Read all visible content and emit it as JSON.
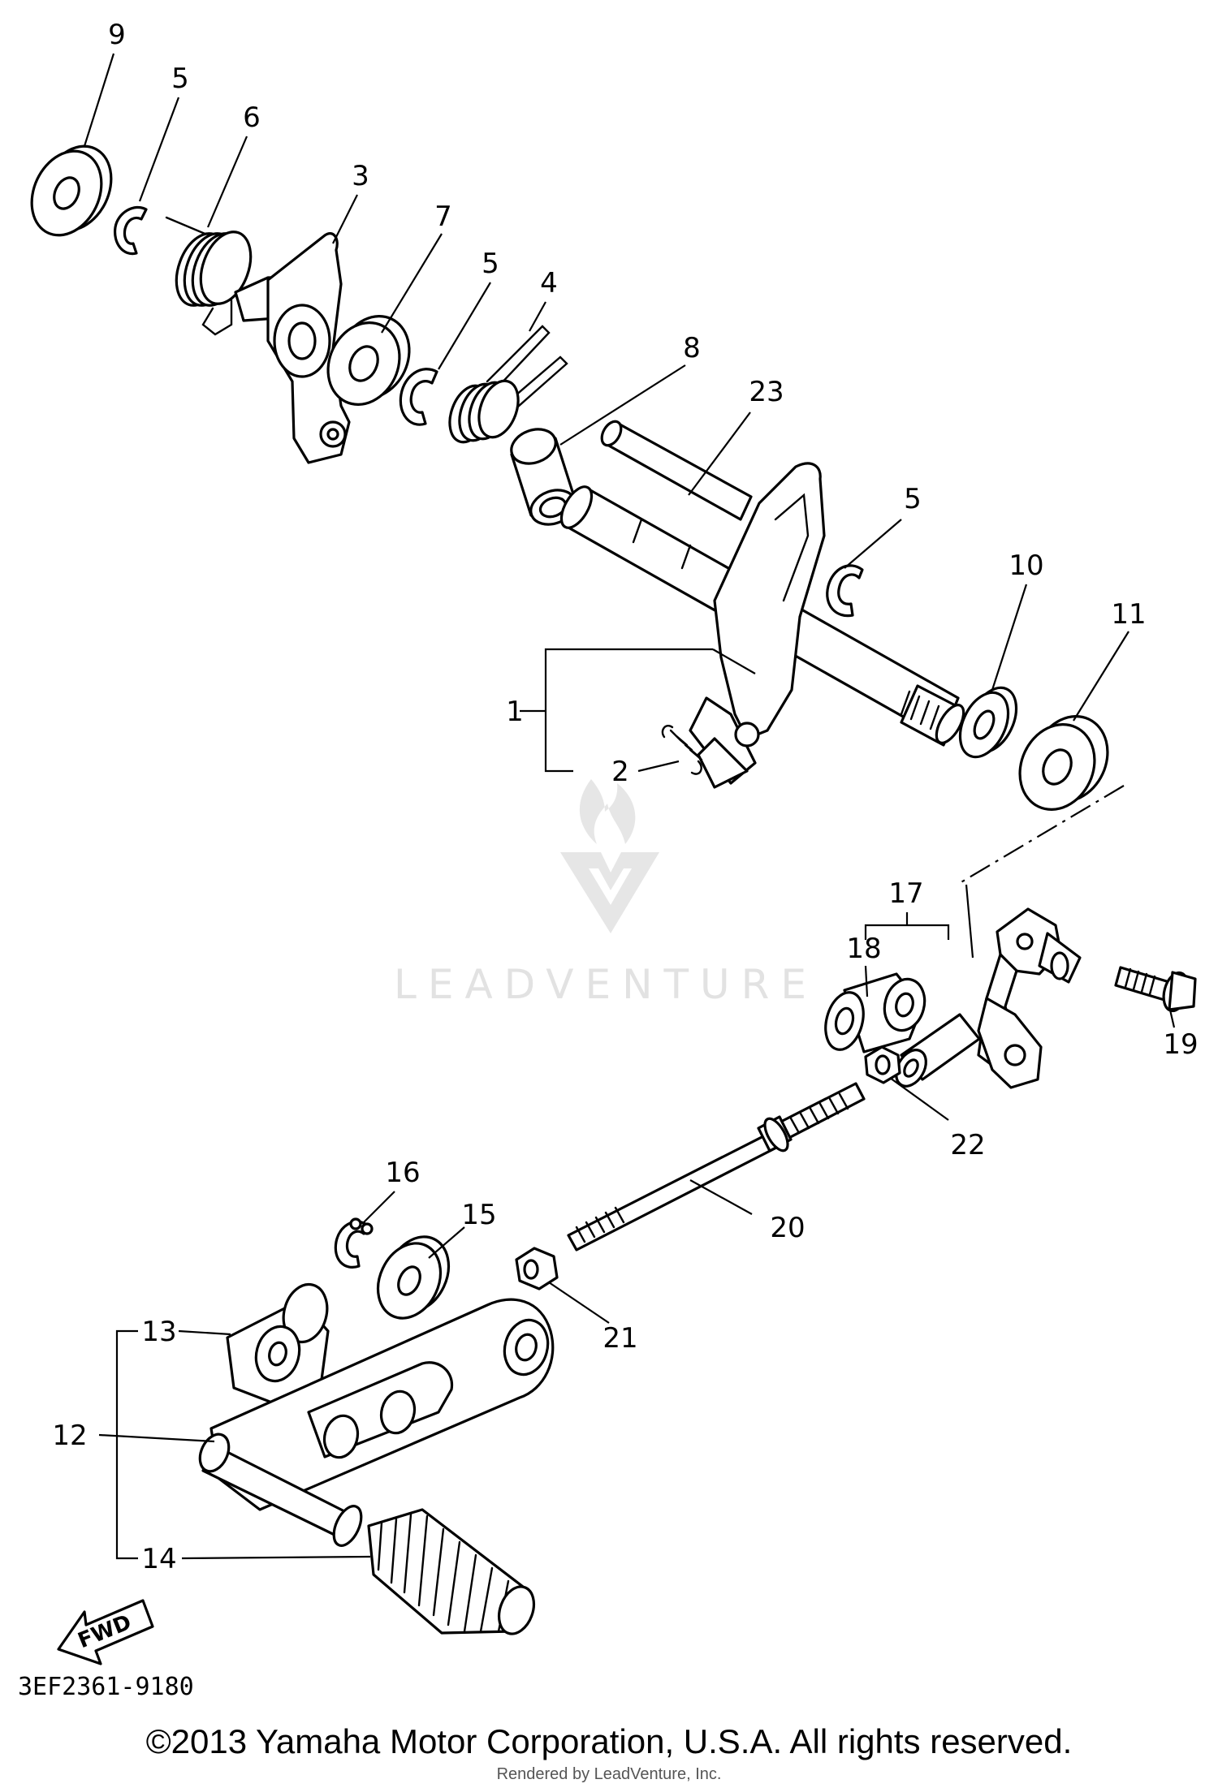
{
  "watermark": {
    "brand": "LEADVENTURE"
  },
  "callouts": {
    "c1": "1",
    "c2": "2",
    "c3": "3",
    "c4": "4",
    "c5a": "5",
    "c5b": "5",
    "c5c": "5",
    "c6": "6",
    "c7": "7",
    "c8": "8",
    "c9": "9",
    "c10": "10",
    "c11": "11",
    "c12": "12",
    "c13": "13",
    "c14": "14",
    "c15": "15",
    "c16": "16",
    "c17": "17",
    "c18": "18",
    "c19": "19",
    "c20": "20",
    "c21": "21",
    "c22": "22",
    "c23": "23"
  },
  "direction_arrow": {
    "label": "FWD"
  },
  "diagram_code": "3EF2361-9180",
  "copyright": "©2013 Yamaha Motor Corporation, U.S.A. All rights reserved.",
  "rendered_by": "Rendered by LeadVenture, Inc."
}
